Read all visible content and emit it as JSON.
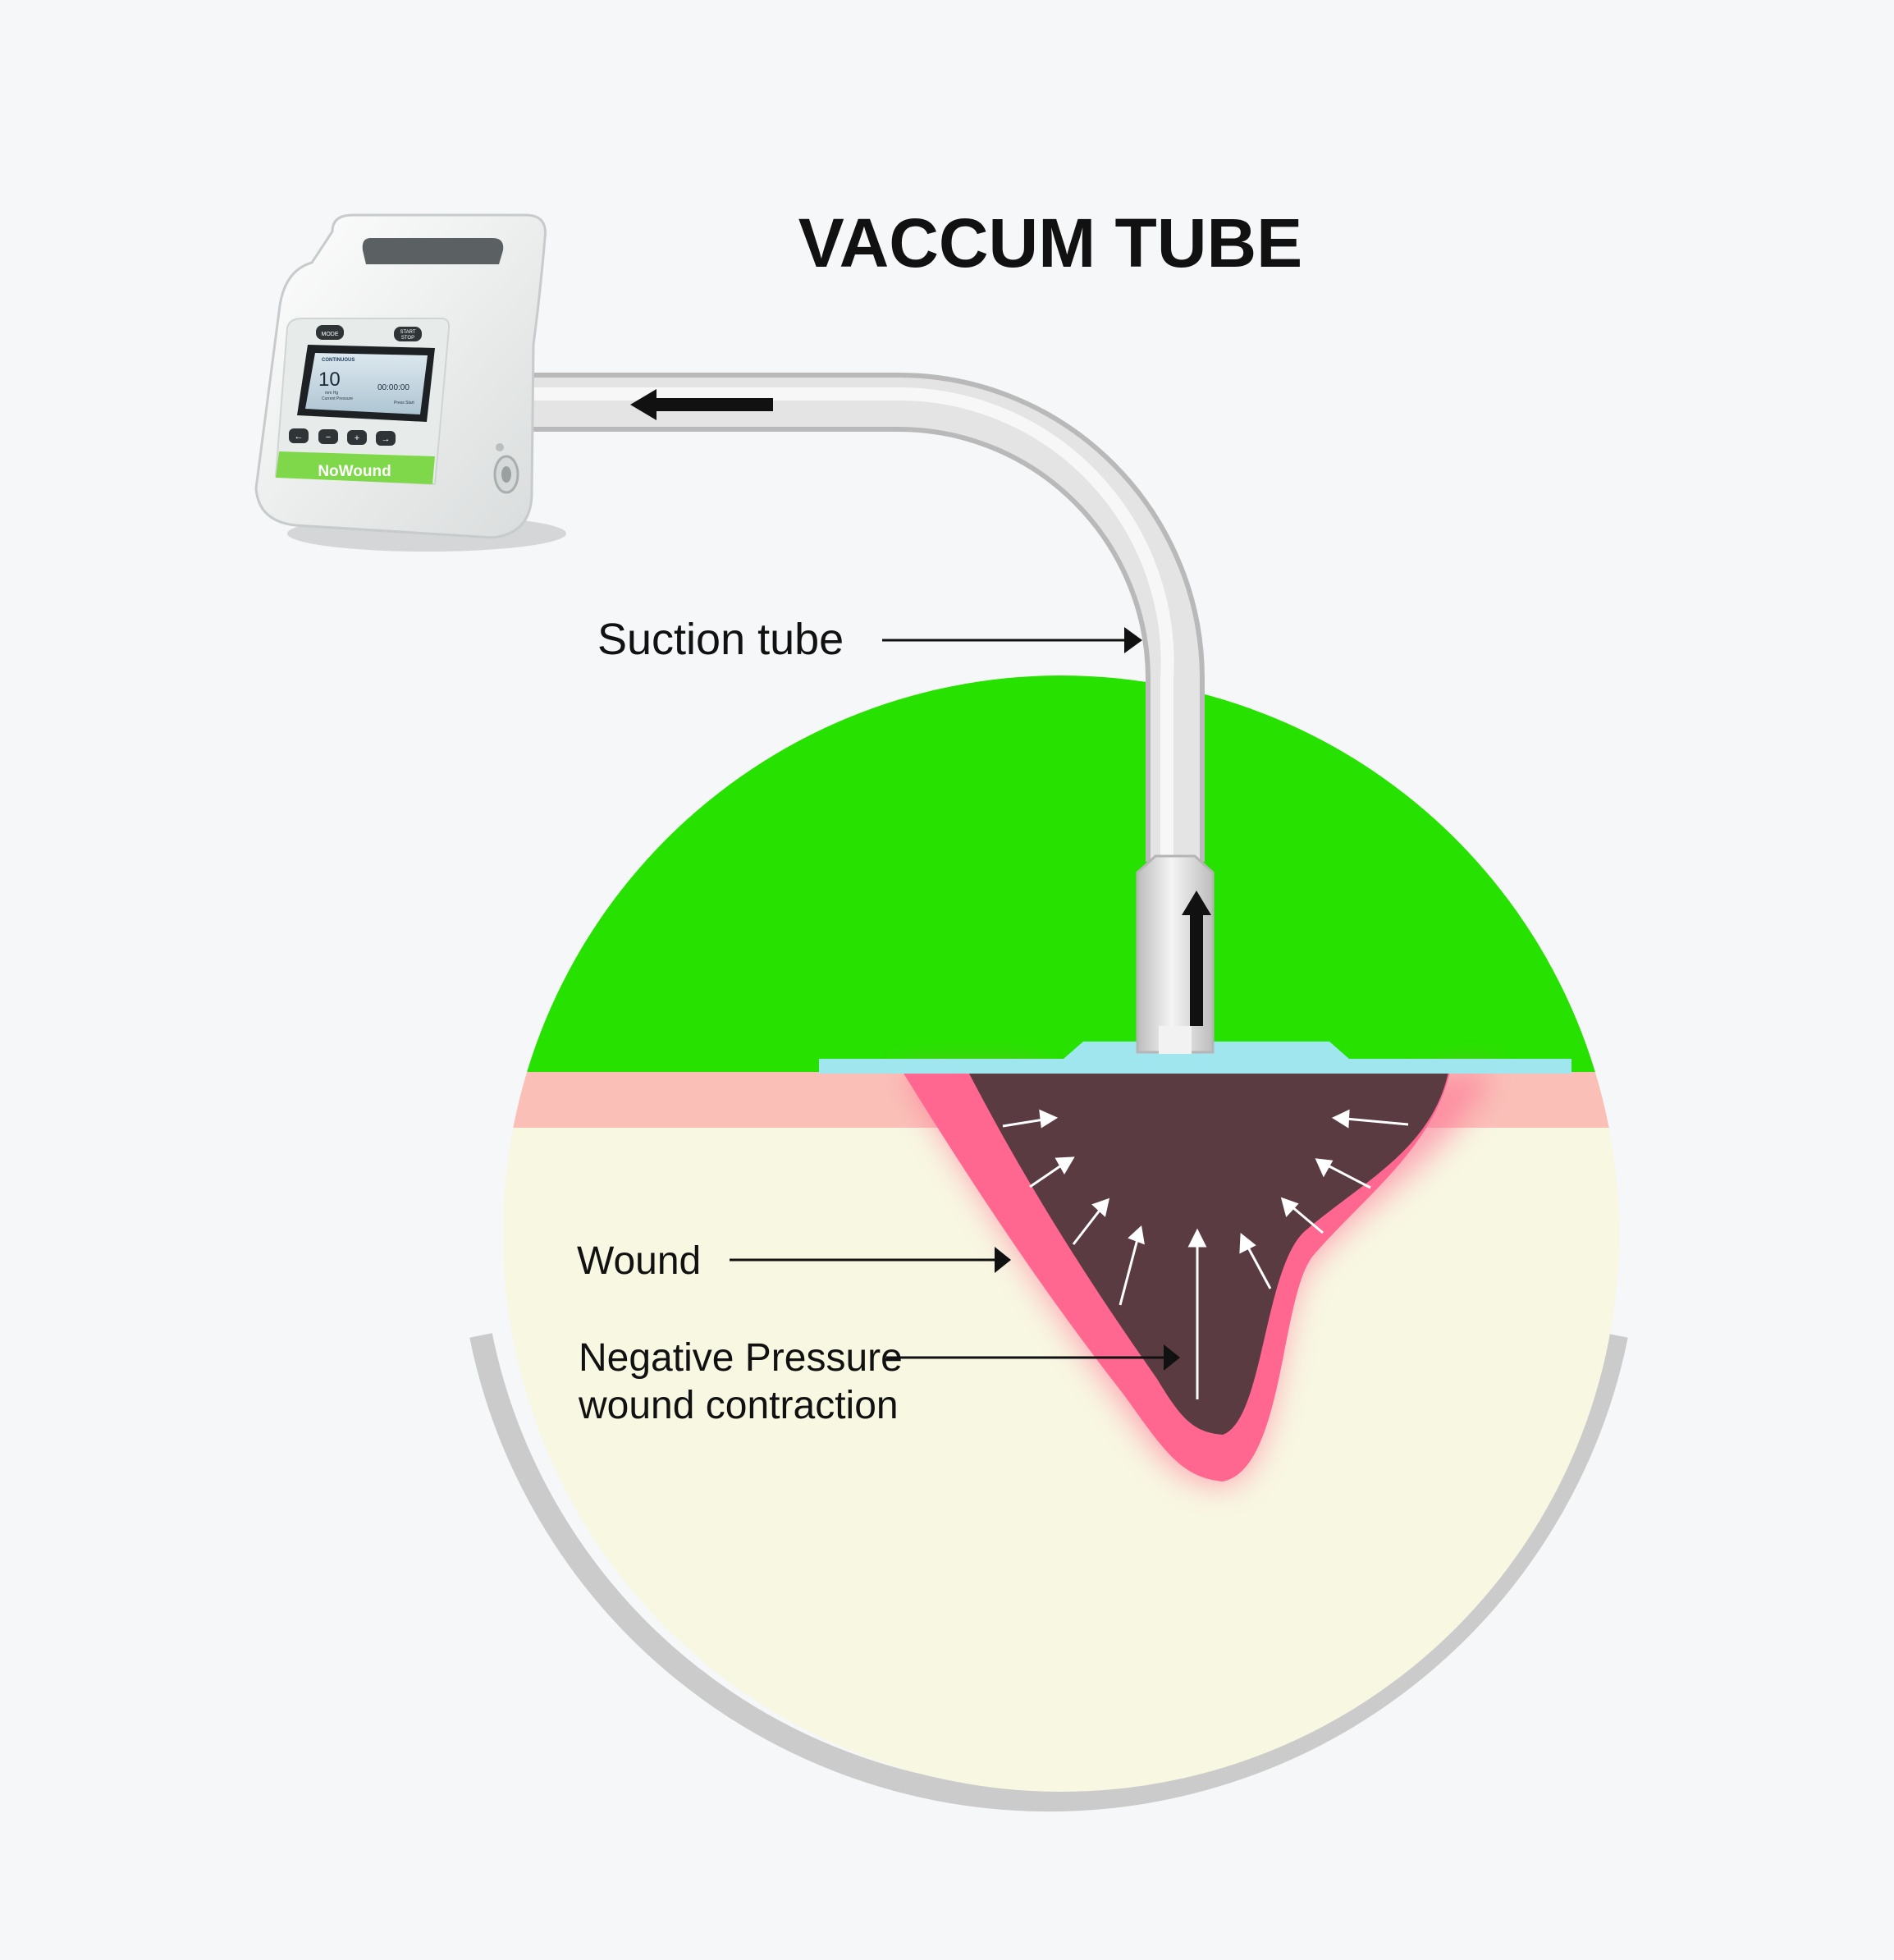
{
  "title": "VACCUM TUBE",
  "labels": {
    "suction_tube": "Suction tube",
    "wound": "Wound",
    "negative_pressure_line1": "Negative Pressure",
    "negative_pressure_line2": "wound contraction"
  },
  "device": {
    "brand": "NoWound",
    "mode_button": "MODE",
    "start_stop_line1": "START",
    "start_stop_line2": "STOP",
    "screen_mode": "CONTINUOUS",
    "screen_value": "10",
    "screen_unit": "mm Hg",
    "screen_caption": "Current Pressure",
    "screen_time": "00:00:00",
    "screen_status": "Press Start",
    "nav_buttons": [
      "←",
      "−",
      "+",
      "→"
    ]
  },
  "colors": {
    "background": "#f5f7f8",
    "skin_top": "#27e100",
    "skin_layer": "#fac0b8",
    "tissue": "#f8f7e2",
    "wound_bed": "#5a3b42",
    "wound_edge": "#ff6690",
    "dressing": "#9fe6ef",
    "tube": "#dedede",
    "device_accent": "#7fd84a"
  }
}
